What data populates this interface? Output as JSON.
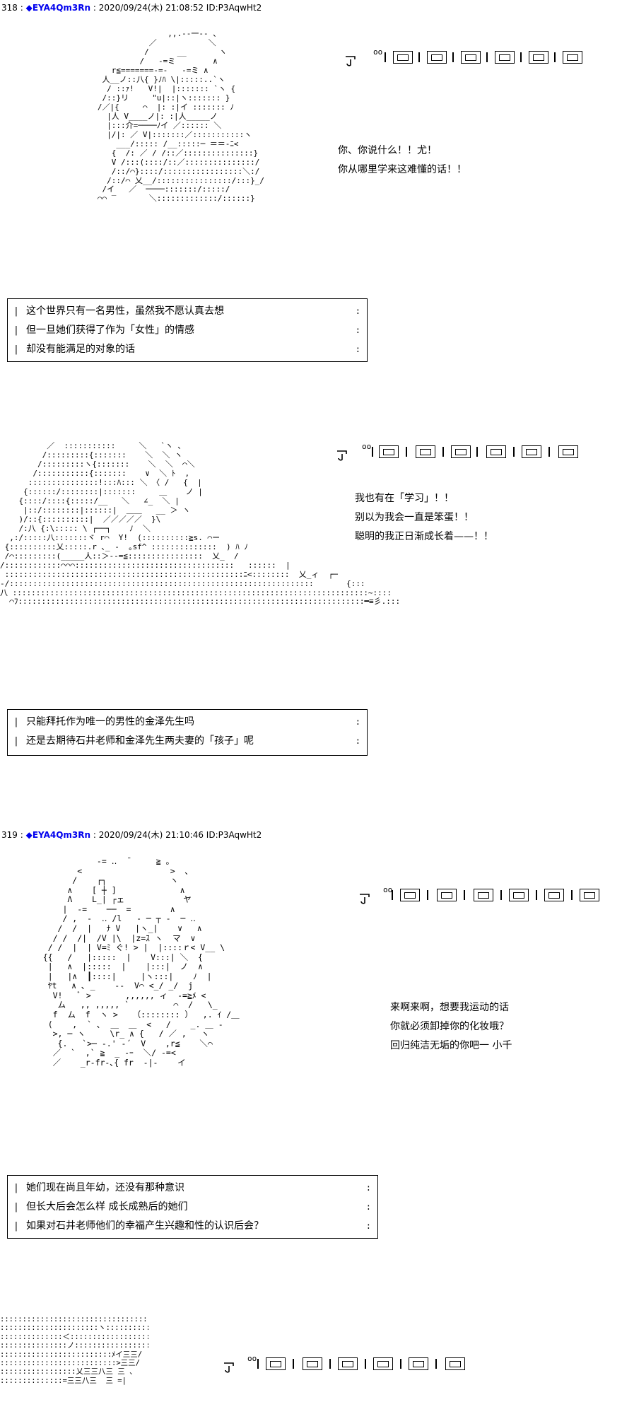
{
  "posts": [
    {
      "number": "318",
      "marker": "◆",
      "name": "EYA4Qm3Rn",
      "meta": "2020/09/24(木) 21:08:52 ID:P3AqwHt2"
    },
    {
      "number": "319",
      "marker": "◆",
      "name": "EYA4Qm3Rn",
      "meta": "2020/09/24(木) 21:10:46 ID:P3AqwHt2"
    }
  ],
  "separator": " :",
  "thought_bubble_glyph": "oo",
  "panels": [
    {
      "speech": [
        "你、你说什么！！尤！",
        "你从哪里学来这难懂的话！！"
      ],
      "narration": [
        "这个世界只有一名男性，虽然我不愿认真去想",
        "但一旦她们获得了作为「女性」的情感",
        "却没有能满足的对象的话"
      ]
    },
    {
      "speech": [
        "我也有在「学习」！！",
        "别以为我会一直是笨蛋！！",
        "聪明的我正日渐成长着——！！"
      ],
      "narration": [
        "只能拜托作为唯一的男性的金泽先生吗",
        "还是去期待石井老师和金泽先生两夫妻的「孩子」呢"
      ]
    },
    {
      "speech": [
        "来啊来啊，想要我运动的话",
        "你就必须卸掉你的化妆哦？",
        "回归纯洁无垢的你吧一 小千"
      ],
      "narration": [
        "她们现在尚且年幼，还没有那种意识",
        "但长大后会怎么样 成长成熟后的她们",
        "如果对石井老师他们的幸福产生兴趣和性的认识后会？"
      ]
    }
  ],
  "ascii_art": {
    "art1": "                  ,,.-‐一‐- 、\n              ／           ＼\n             /      __       ヽ\n            /   -=ミ        ∧\n      r≦=======-=-   -=ミ ∧\n    人__ノ::八{ }ﾉﾊ \\|:::::..`ヽ \n     / ::ｧ!   V!|  |::::::: `ヽ {\n    /::}リ     \"u|::|ヽ::::::: }\n   /／|{     ⌒  |: :|イ ::::::: ﾉ\n     |人 V____ノ|: :|人_____ノ\n     |:::介=────ﾉイ ／:::::: ＼\n     |/|: ／ V|:::::::／:::::::::::ヽ\n       ___/::::: /__:::::─ ＝＝-ﾆ<\n      {  /: ／ / /::／:::::::::::::::}\n      V /:::(::::/::／:::::::::::::::/\n      /::/⌒}::::/:::::::::::::::::＼:/\n     /::/⌒ 乂__/::::::::::::::::/:::}_/\n    /イ   ／  ────:::::::/:::::/\n   ⌒⌒ ‾       ＼:::::::::::::/::::::}",
    "art2": "          ／  :::::::::::     ＼   `ヽ ､\n         /:::::::::{:::::::    ＼  ＼ ヽ\n        /:::::::::ヽ{:::::::    ＼  ＼  ⌒＼\n       /:::::::::::{:::::::    ∨  ＼ ﾄ  ,\n      :::::::::::::::!:::ﾊ::: ＼ 〈 /   {  |\n     {::::::/::::::::|:::::::     ＿    ノ |\n    {::::/::::{:::::/__   ＼   ∠_  ＼ |\n     |::/::::::::|::::::|  ＿＿   __ ＞ ヽ\n    )/::{::::::::::|  ／／／／／  }\\\n    /:八 {:\\::::: \\ ┌──┐    ﾉ  ＼\n  ,:/:::::八:::::::ヾ r⌒  Y!  (::::::::::≧s. ⌒ー\n {::::::::::乂:::::.r ､_ -  ｡sf^ ::::::::::::::  ) ﾊ ﾉ\n /⌒:::::::::(_____人::＞--=≦::::::::::::::::  乂_  /\n/::::::::::::⌒⌒⌒::::::::::::::::::::::::::::::::::   ::::::  |\n :::::::::::::::::::::::::::::::::::::::::::::::::::ﾆ<::::::::  乂_ィ  ┌─\n-/:::::::::::::::::::::::::::::::::::::::::::::::::::::::::::::::::       {:::\n八 ::::::::::::::::::::::::::::::::::::::::::::::::::::::::::::::::::::::::::::~::::\n  ⌒ﾌ::::::::::::::::::::::::::::::::::::::::::::::::::::::::::::::::::::::::::━≡彡.:::",
    "art3": "              -= ‥  ¯     ≧ 。\n          <                  >  ､\n         /    ┌┐             ヽ\n        ∧    [ ┼ ]             ∧\n        Λ    L_| ┌ェ            ヤ\n       |  -=    ──  =        ∧\n       / ,  -  ‥ /l   - ─ ┬ -  ─ ‥\n      /  /  |   ﾅ V   |ヽ_|    ∨   ∧\n     / /  /|  /V |\\  |z=ｽ ヽ  マ  ∨\n    / /  |  | V=ﾐ ぐ! > |  |::::ｒ< V__ \\\n   {{   /   |:::::  |    V:::| ＼  { \n    |   ∧  |:::::  |    |:::|  ノ  ∧\n    |   |∧  ┃::::|     |ヽ:::|    ﾉ  | \n    ﾔt   ∧ ､ _    --  V⌒ <_/ _/  j\n     V!   ﾞ >       ,,,,,, ィ  -=≧ﾒ <\n      ム   ,, ,,,,, `         ⌒  /   \\_\n     f  ム  f  ヽ >   （:::::::: ）  ,. ｲ /＿\n    (    ,  ` ､  ＿  ＿  <   /    _. ＿ - \n     >, ─ ヽ     \\r_ ∧ {   / ／ ,   ヽ\n      {.   `>─ -.' -´  V    ,r≦    ＼⌒\n     ／  `  ,` ≧  _ -ｰ  ＼/ -=<\n     ／    _r-fr-､{ fr  -|-    イ",
    "art4": "::::::::::::::::::::::::::::::::::::::＼  //\n::::::::::::::::::::::ヽ::::::::::::::  ゛「]\n::::::::::::::＜::::::::::::::::::::::＼\n:::::::::::::::ノ::::::::::::::::::::::_-イ-＞、\n:::::::::::::::::::::::::ﾒイ三三/\n::::::::::::::::::::::::::>三三/\n:::::::::::::::::乂三三八三 三 、\n::::::::::::::=三三八三  三 =|"
  }
}
